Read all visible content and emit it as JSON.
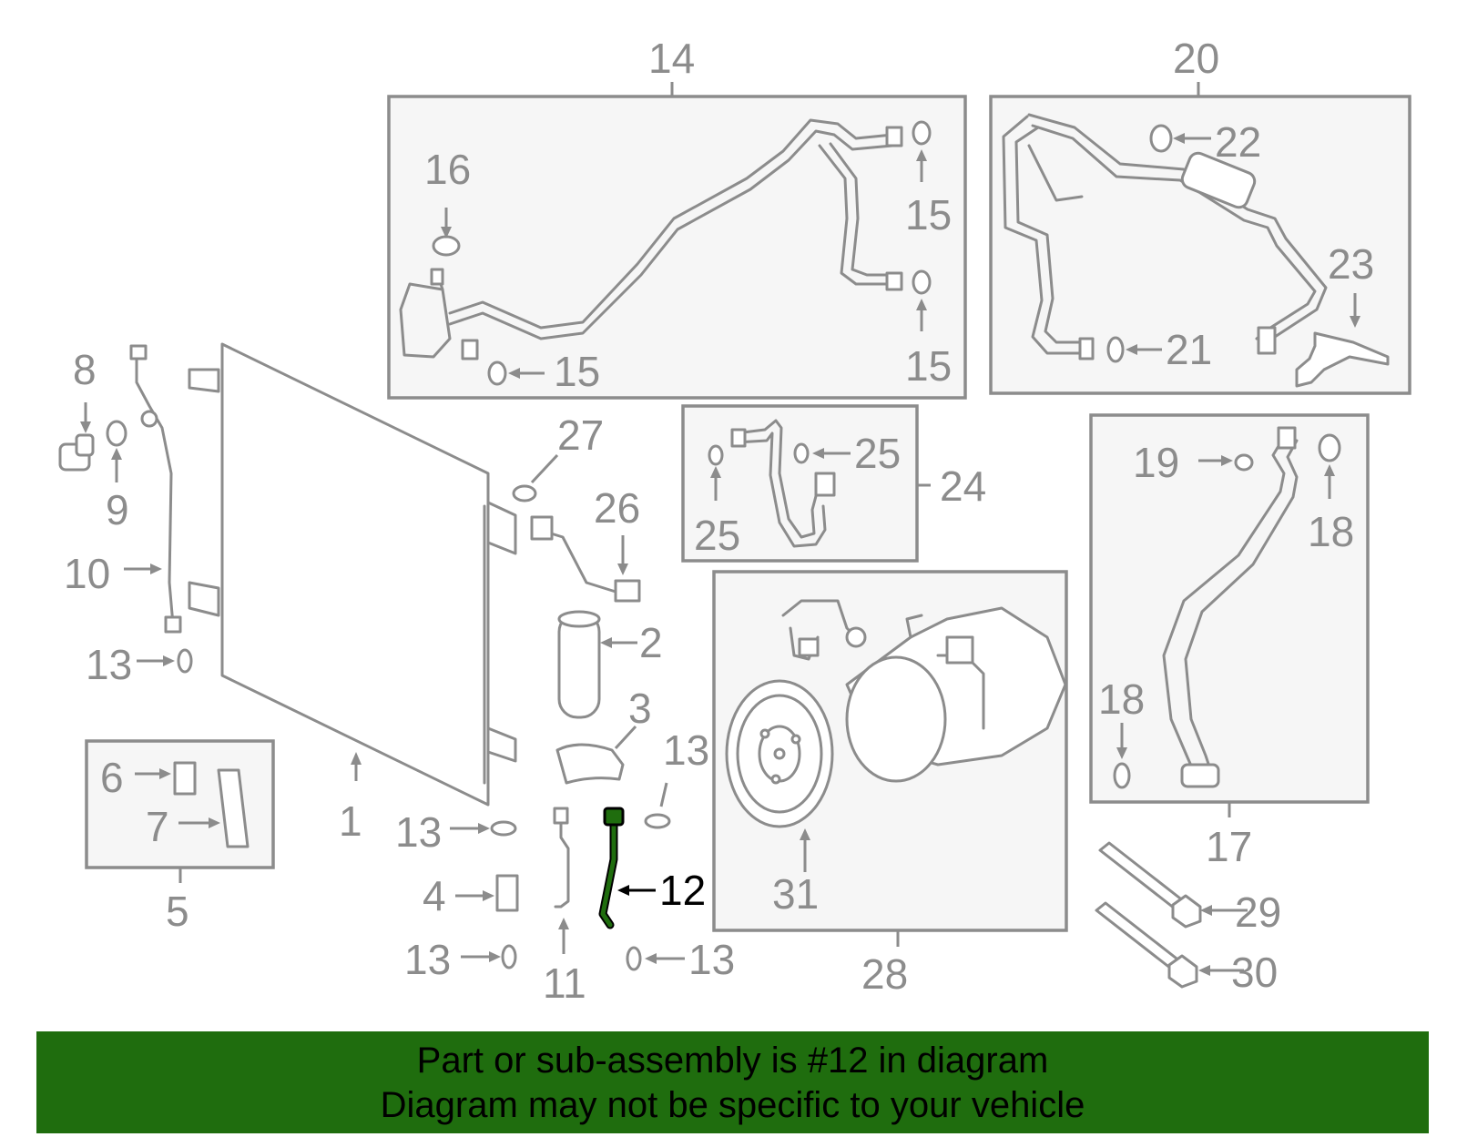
{
  "callouts": {
    "c1": "1",
    "c2": "2",
    "c3": "3",
    "c4": "4",
    "c5": "5",
    "c6": "6",
    "c7": "7",
    "c8": "8",
    "c9": "9",
    "c10": "10",
    "c11": "11",
    "c12": "12",
    "c13": "13",
    "c14": "14",
    "c15": "15",
    "c16": "16",
    "c17": "17",
    "c18": "18",
    "c19": "19",
    "c20": "20",
    "c21": "21",
    "c22": "22",
    "c23": "23",
    "c24": "24",
    "c25": "25",
    "c26": "26",
    "c27": "27",
    "c28": "28",
    "c29": "29",
    "c30": "30",
    "c31": "31"
  },
  "highlight": {
    "part": "12",
    "color": "#1f6d0e",
    "text_color": "#000000"
  },
  "colors": {
    "line": "#8c8c8c",
    "box_fill": "#f6f6f6",
    "banner_bg": "#1f6d0e"
  },
  "banner": {
    "line1": "Part or sub-assembly is #12 in diagram",
    "line2": "Diagram may not be specific to your vehicle"
  }
}
